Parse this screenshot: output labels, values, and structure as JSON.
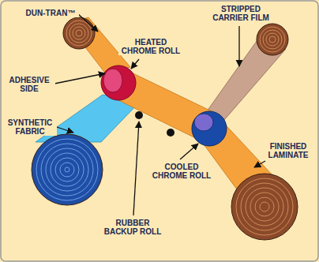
{
  "diagram": {
    "labels": [
      "DUN-TRAN™",
      "STRIPPED CARRIER FILM",
      "HEATED CHROME ROLL",
      "ADHESIVE SIDE",
      "SYNTHETIC FABRIC",
      "COOLED CHROME ROLL",
      "FINISHED LAMINATE",
      "RUBBER BACKUP ROLL"
    ]
  }
}
